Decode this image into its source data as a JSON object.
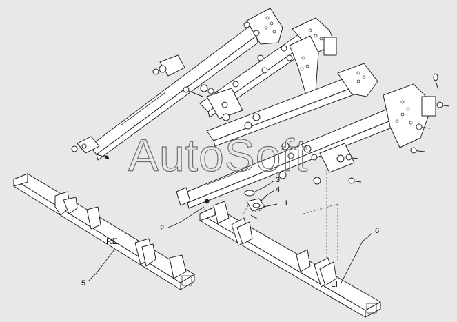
{
  "watermark": "AutoSoft",
  "callouts": [
    "1",
    "2",
    "3",
    "4",
    "5",
    "6"
  ],
  "part_tags": {
    "left_bar": "RE",
    "right_bar": "LI"
  }
}
